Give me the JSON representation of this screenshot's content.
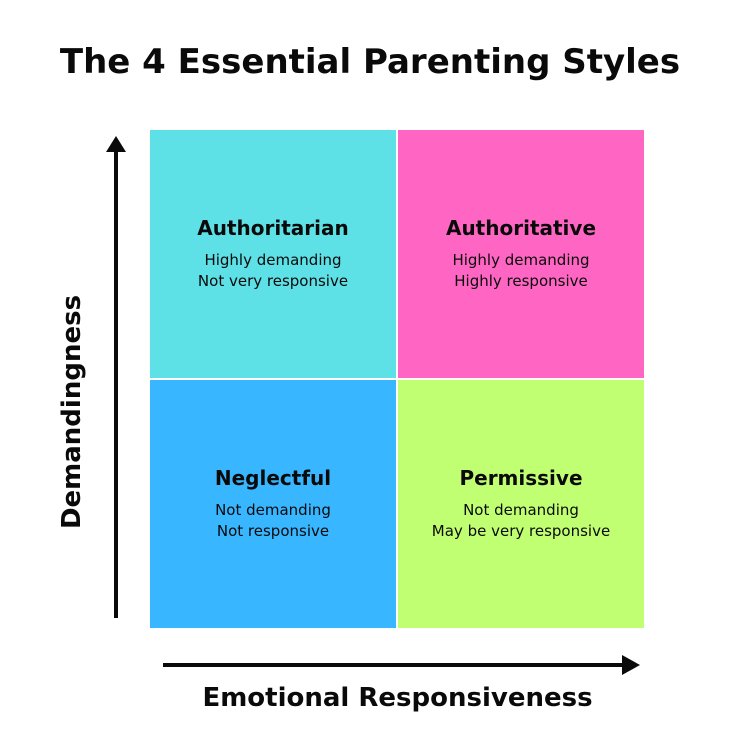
{
  "title": "The 4 Essential Parenting Styles",
  "axes": {
    "y_label": "Demandingness",
    "x_label": "Emotional Responsiveness"
  },
  "quadrants": [
    {
      "position": "top-left",
      "name": "Authoritarian",
      "lines": [
        "Highly demanding",
        "Not very responsive"
      ],
      "color": "#5de0e6"
    },
    {
      "position": "top-right",
      "name": "Authoritative",
      "lines": [
        "Highly demanding",
        "Highly responsive"
      ],
      "color": "#ff66c4"
    },
    {
      "position": "bottom-left",
      "name": "Neglectful",
      "lines": [
        "Not demanding",
        "Not responsive"
      ],
      "color": "#38b6ff"
    },
    {
      "position": "bottom-right",
      "name": "Permissive",
      "lines": [
        "Not demanding",
        "May be very responsive"
      ],
      "color": "#c1ff72"
    }
  ]
}
